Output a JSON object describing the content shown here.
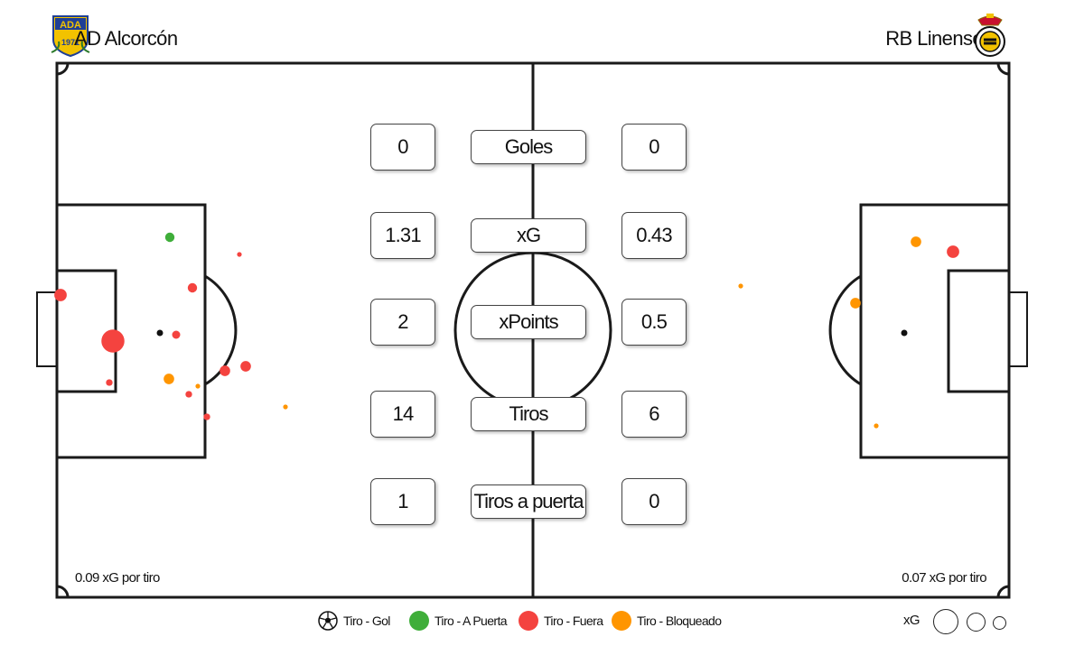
{
  "home": {
    "name": "AD Alcorcón",
    "xg_per_shot": "0.09 xG por tiro"
  },
  "away": {
    "name": "RB Linense",
    "xg_per_shot": "0.07 xG por tiro"
  },
  "stats": [
    {
      "label": "Goles",
      "home": "0",
      "away": "0"
    },
    {
      "label": "xG",
      "home": "1.31",
      "away": "0.43"
    },
    {
      "label": "xPoints",
      "home": "2",
      "away": "0.5"
    },
    {
      "label": "Tiros",
      "home": "14",
      "away": "6"
    },
    {
      "label": "Tiros a puerta",
      "home": "1",
      "away": "0"
    }
  ],
  "legend": {
    "gol": "Tiro - Gol",
    "a_puerta": "Tiro - A Puerta",
    "fuera": "Tiro - Fuera",
    "bloqueado": "Tiro - Bloqueado",
    "xg": "xG"
  },
  "colors": {
    "a_puerta": "#3fae3a",
    "fuera": "#f4433f",
    "bloqueado": "#ff9500",
    "lines": "#1a1a1a",
    "home_crest": "#f2c200",
    "home_crest_text": "#1f3f95"
  },
  "shots": [
    {
      "team": "home",
      "outcome": "a_puerta",
      "xg": 0.04
    },
    {
      "team": "home",
      "outcome": "fuera",
      "xg": 0.07
    },
    {
      "team": "home",
      "outcome": "fuera",
      "xg": 0.24
    },
    {
      "team": "home",
      "outcome": "fuera",
      "xg": 0.04
    },
    {
      "team": "home",
      "outcome": "fuera",
      "xg": 0.03
    },
    {
      "team": "home",
      "outcome": "fuera",
      "xg": 0.05
    },
    {
      "team": "home",
      "outcome": "fuera",
      "xg": 0.05
    },
    {
      "team": "home",
      "outcome": "bloqueado",
      "xg": 0.05
    },
    {
      "team": "home",
      "outcome": "fuera",
      "xg": 0.02
    },
    {
      "team": "home",
      "outcome": "bloqueado",
      "xg": 0.01
    },
    {
      "team": "home",
      "outcome": "fuera",
      "xg": 0.02
    },
    {
      "team": "home",
      "outcome": "fuera",
      "xg": 0.02
    },
    {
      "team": "home",
      "outcome": "fuera",
      "xg": 0.01
    },
    {
      "team": "home",
      "outcome": "bloqueado",
      "xg": 0.01
    },
    {
      "team": "away",
      "outcome": "bloqueado",
      "xg": 0.05
    },
    {
      "team": "away",
      "outcome": "fuera",
      "xg": 0.07
    },
    {
      "team": "away",
      "outcome": "bloqueado",
      "xg": 0.01
    },
    {
      "team": "away",
      "outcome": "bloqueado",
      "xg": 0.05
    },
    {
      "team": "away",
      "outcome": "bloqueado",
      "xg": 0.01
    }
  ]
}
